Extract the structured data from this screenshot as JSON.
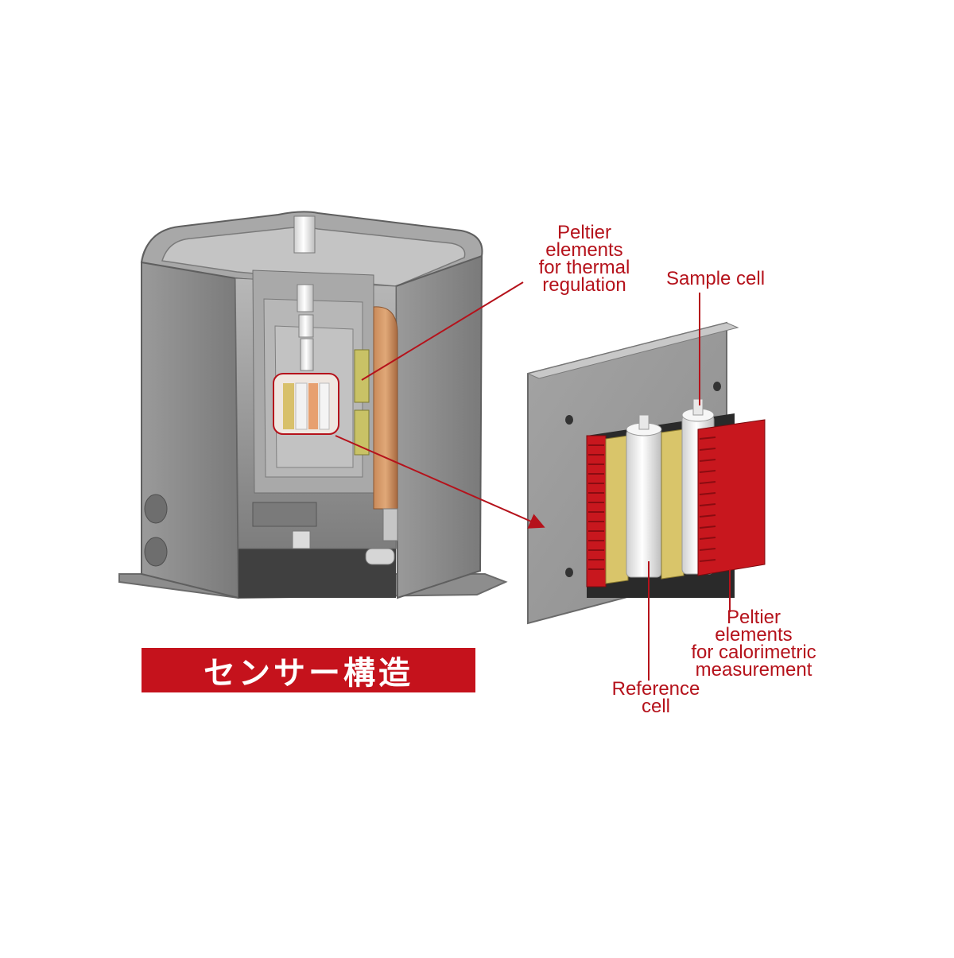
{
  "labels": {
    "peltier_thermal": "Peltier\nelements\nfor thermal\nregulation",
    "sample_cell": "Sample cell",
    "peltier_calorimetric": "Peltier\nelements\nfor calorimetric\nmeasurement",
    "reference_cell": "Reference\ncell"
  },
  "banner": {
    "text": "センサー構造"
  },
  "colors": {
    "label_red": "#b5121b",
    "banner_red": "#c5121c",
    "housing_gray": "#8c8c8c",
    "fin_red": "#c8171e",
    "peltier_yellow": "#d9c56a",
    "cell_white": "#f2f2f2"
  }
}
